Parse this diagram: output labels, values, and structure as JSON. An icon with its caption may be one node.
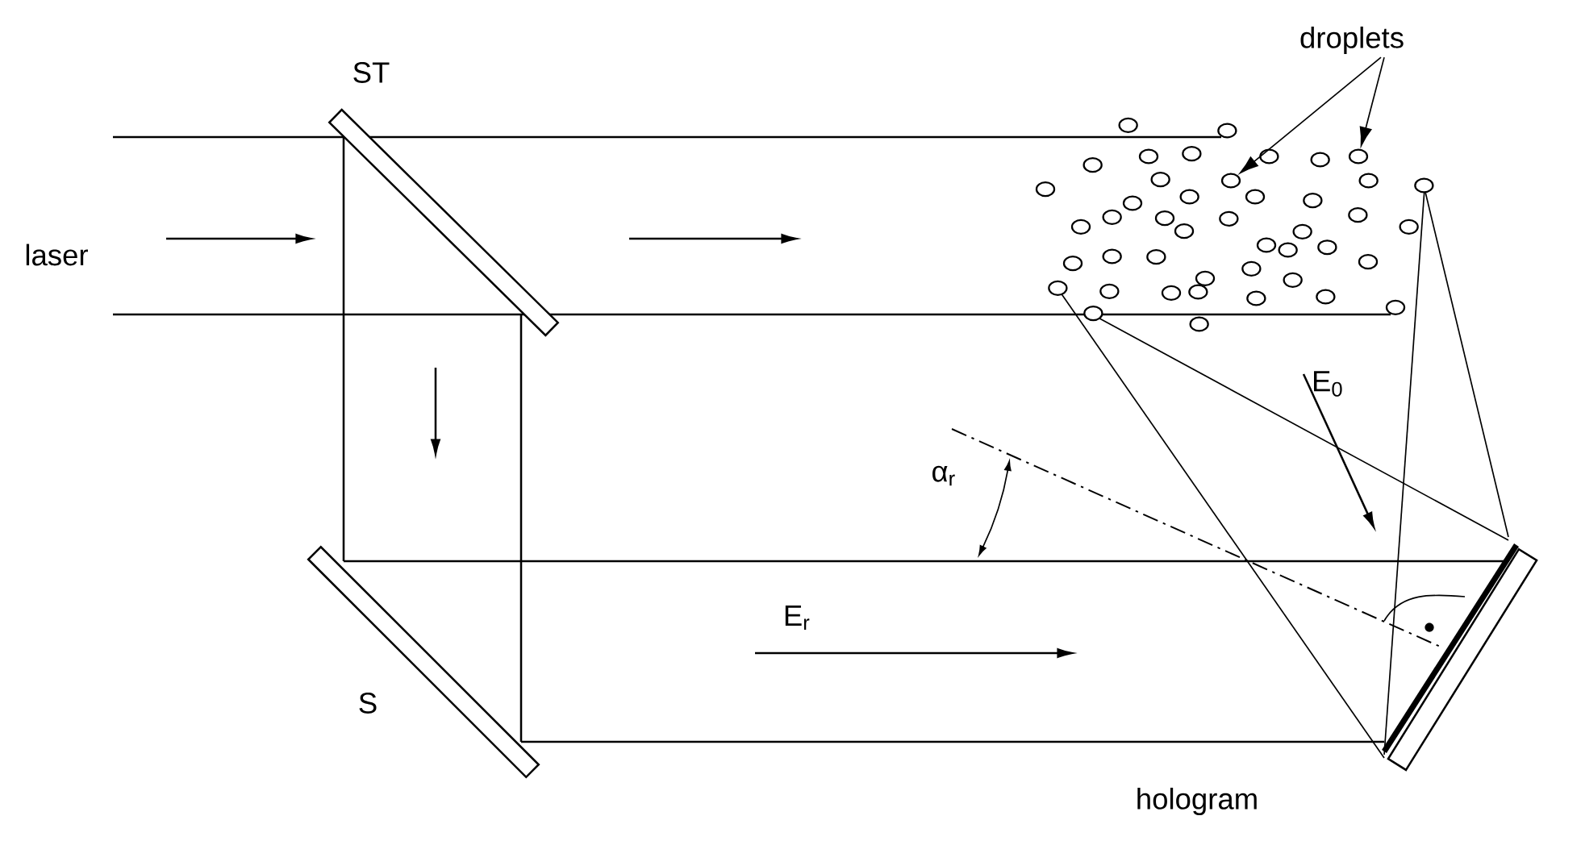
{
  "diagram": {
    "nodes": [
      {
        "text": [
          "droplets"
        ]
      },
      {
        "text": [],
        "shape": "circle"
      },
      {
        "text": [],
        "shape": "circle"
      }
    ],
    "edges": [
      {
        "from": 0,
        "to": 1,
        "arrow": "to"
      },
      {
        "from": 0,
        "to": 2,
        "arrow": "to"
      }
    ],
    "labels": [
      "ST",
      "laser",
      "E$_{0}$",
      "α$_{r}$",
      "E$_{r}$",
      "S",
      "hologram"
    ]
  }
}
